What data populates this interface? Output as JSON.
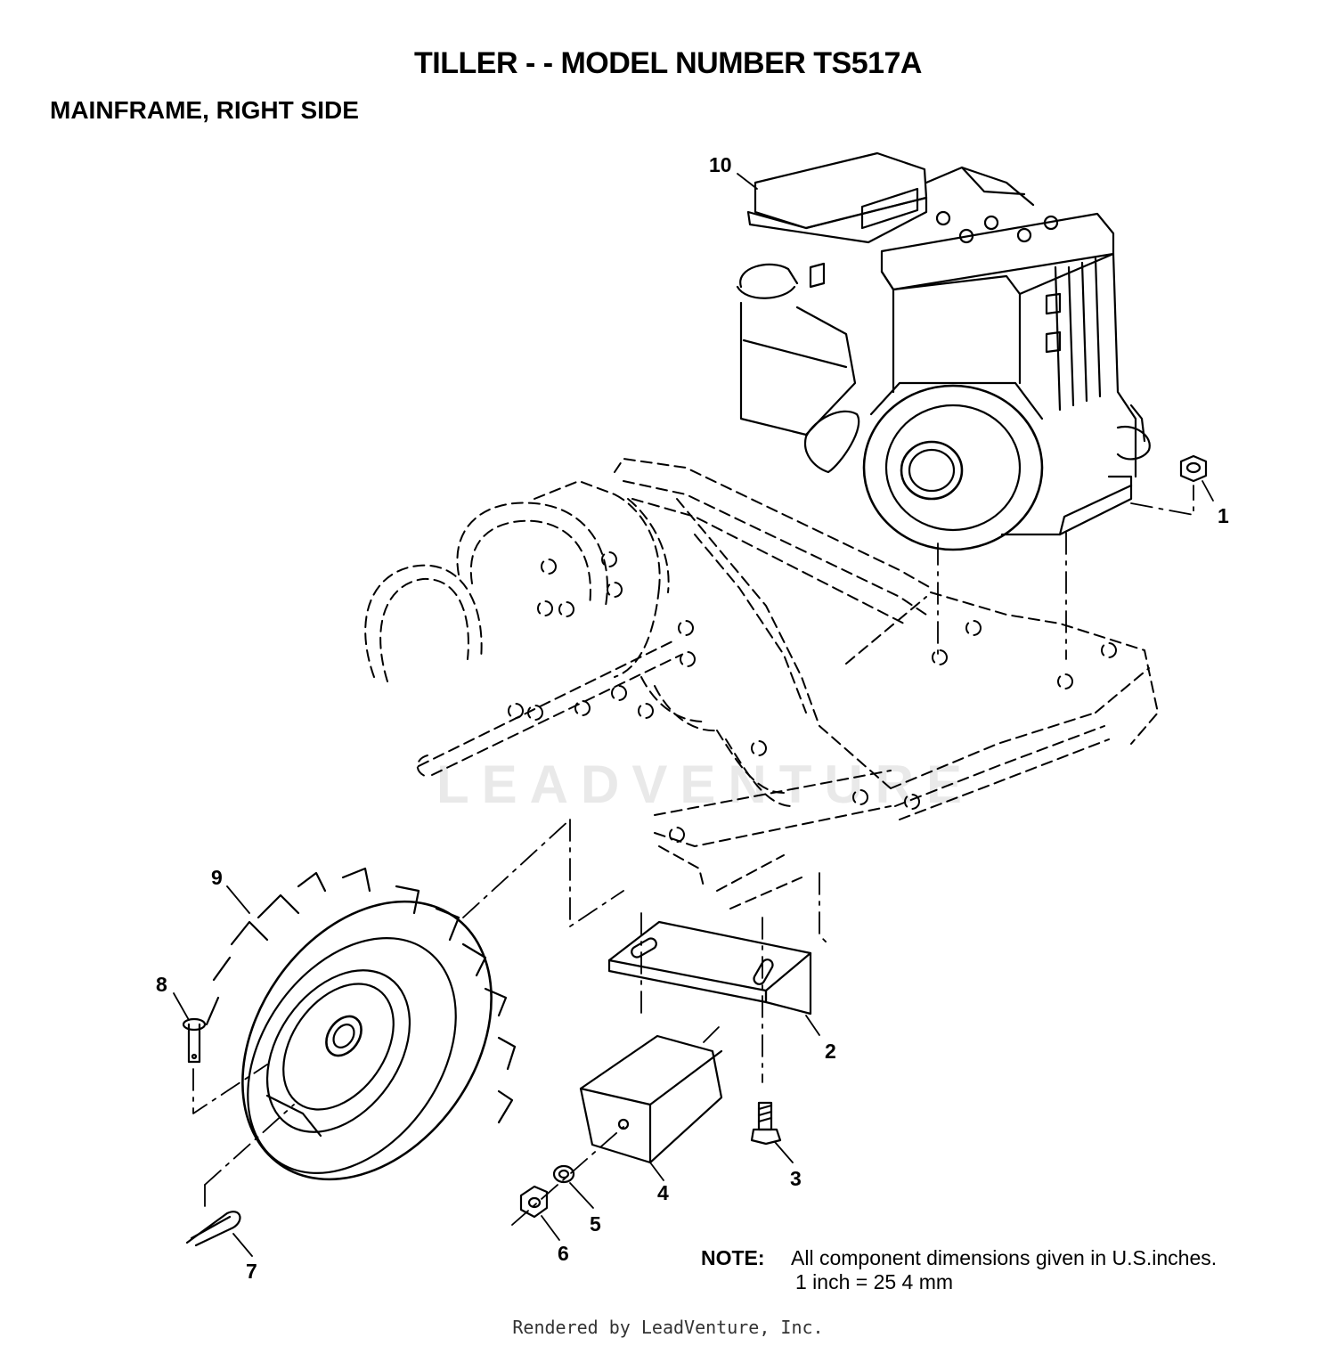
{
  "header": {
    "title": "TILLER - - MODEL NUMBER TS517A",
    "subtitle": "MAINFRAME, RIGHT SIDE"
  },
  "callouts": [
    {
      "id": "1",
      "part": "engine-mount-nut"
    },
    {
      "id": "2",
      "part": "bracket"
    },
    {
      "id": "3",
      "part": "bolt"
    },
    {
      "id": "4",
      "part": "weight-block"
    },
    {
      "id": "5",
      "part": "lock-washer"
    },
    {
      "id": "6",
      "part": "hex-nut"
    },
    {
      "id": "7",
      "part": "hairpin-clip"
    },
    {
      "id": "8",
      "part": "clevis-pin"
    },
    {
      "id": "9",
      "part": "wheel-tire"
    },
    {
      "id": "10",
      "part": "engine"
    }
  ],
  "note": {
    "label": "NOTE:",
    "text": "All component dimensions given in U.S.inches.",
    "conversion": "1 inch = 25 4 mm"
  },
  "watermark": "LEADVENTURE",
  "footer": "Rendered by LeadVenture, Inc."
}
